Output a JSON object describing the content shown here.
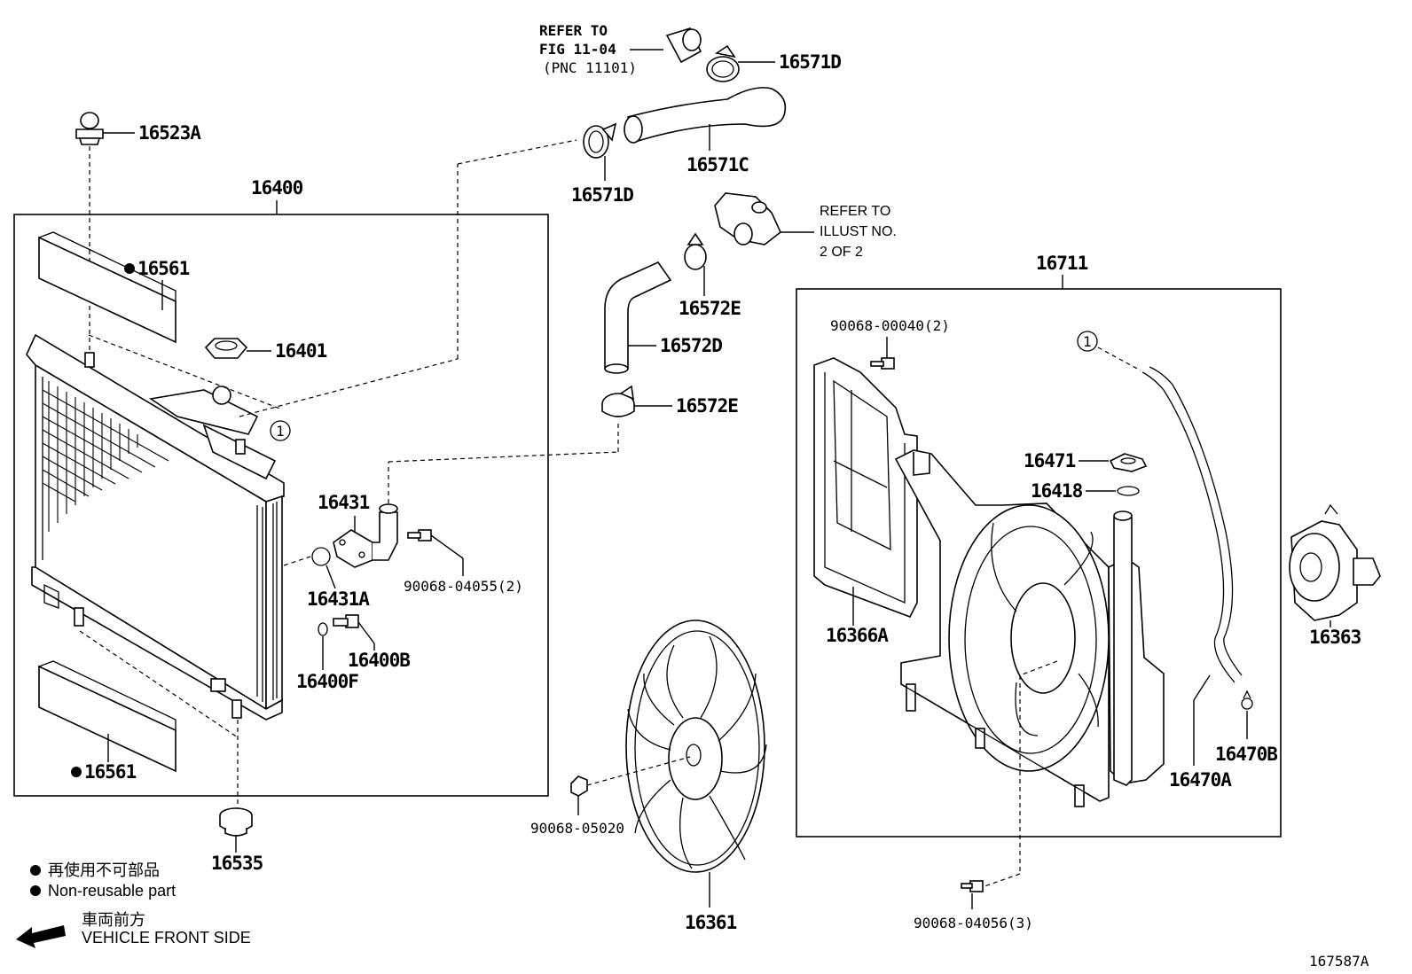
{
  "figure_id": "167587A",
  "callout_symbol": "1",
  "labels": {
    "p16523A": "16523A",
    "p16400": "16400",
    "p16561_top": "16561",
    "p16401": "16401",
    "p16431": "16431",
    "p90068_04055": "90068-04055(2)",
    "p16431A": "16431A",
    "p16400B": "16400B",
    "p16400F": "16400F",
    "p16561_bottom": "16561",
    "p16535": "16535",
    "p16571D_top": "16571D",
    "p16571C": "16571C",
    "p16571D_left": "16571D",
    "p16572E_top": "16572E",
    "p16572D": "16572D",
    "p16572E_bottom": "16572E",
    "p16711": "16711",
    "p90068_00040": "90068-00040(2)",
    "p16471": "16471",
    "p16418": "16418",
    "p16366A": "16366A",
    "p16363": "16363",
    "p16470B": "16470B",
    "p16470A": "16470A",
    "p90068_05020": "90068-05020",
    "p16361": "16361",
    "p90068_04056": "90068-04056(3)"
  },
  "notes": {
    "refer_fig_line1": "REFER TO",
    "refer_fig_line2": "FIG 11-04",
    "refer_fig_line3": "(PNC 11101)",
    "refer_illust_line1": "REFER TO",
    "refer_illust_line2": "ILLUST NO.",
    "refer_illust_line3": "2 OF 2"
  },
  "legend": {
    "non_reusable_jp": "再使用不可部品",
    "non_reusable_en": "Non-reusable part",
    "front_jp": "車両前方",
    "front_en": "VEHICLE FRONT SIDE"
  }
}
